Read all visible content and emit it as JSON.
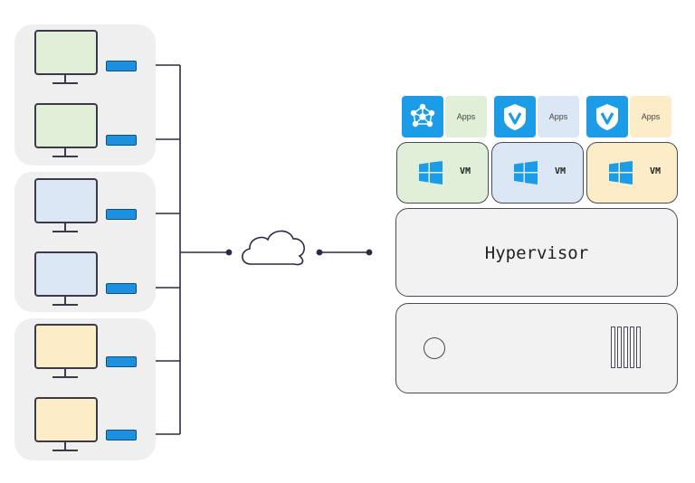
{
  "colors": {
    "panel_bg": "#efefef",
    "green_fill": "#e1efd8",
    "blue_fill": "#dce7f6",
    "yellow_fill": "#fcedc8",
    "nic_blue": "#1e90e0",
    "icon_blue": "#1c9ce6",
    "line": "#2e2a46"
  },
  "client_groups": [
    {
      "color": "green",
      "monitors": [
        "monitor-icon",
        "monitor-icon"
      ]
    },
    {
      "color": "blue",
      "monitors": [
        "monitor-icon",
        "monitor-icon"
      ]
    },
    {
      "color": "yellow",
      "monitors": [
        "monitor-icon",
        "monitor-icon"
      ]
    }
  ],
  "network": {
    "icon": "cloud-icon"
  },
  "vms": [
    {
      "label": "VM",
      "apps_label": "Apps",
      "app_icon": "network-graph-icon",
      "os_icon": "windows-logo-icon",
      "color": "green"
    },
    {
      "label": "VM",
      "apps_label": "Apps",
      "app_icon": "vue-shield-icon",
      "os_icon": "windows-logo-icon",
      "color": "blue"
    },
    {
      "label": "VM",
      "apps_label": "Apps",
      "app_icon": "vue-shield-icon",
      "os_icon": "windows-logo-icon",
      "color": "yellow"
    }
  ],
  "hypervisor": {
    "label": "Hypervisor"
  },
  "server": {
    "icon": "server-chassis-icon",
    "drive_bays": 5
  }
}
